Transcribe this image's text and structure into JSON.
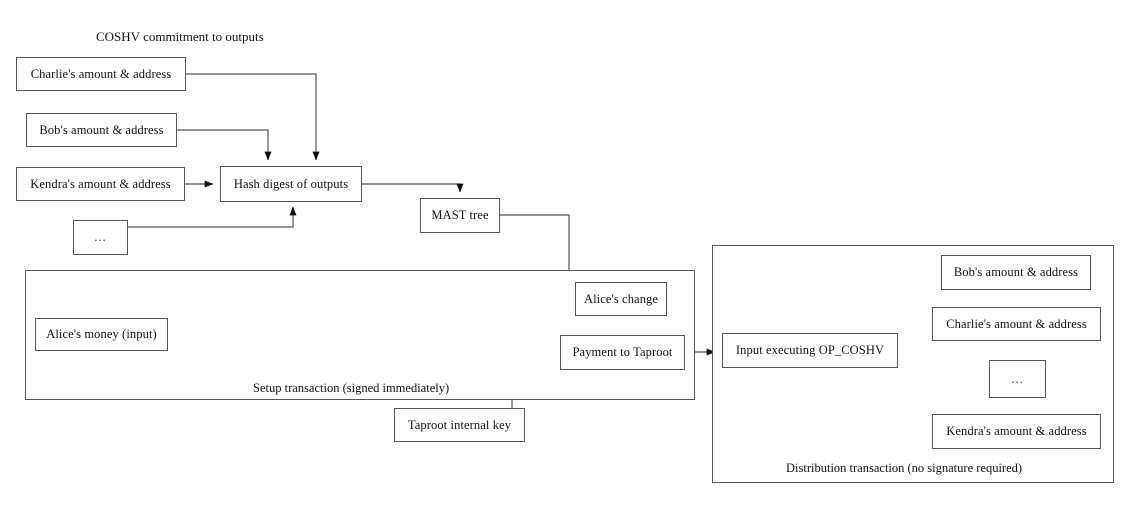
{
  "diagram": {
    "title": "COSHV commitment to outputs",
    "nodes": {
      "charlie_left": "Charlie's amount & address",
      "bob_left": "Bob's amount & address",
      "kendra_left": "Kendra's amount & address",
      "ellipsis_left": "...",
      "hash_digest": "Hash digest of outputs",
      "mast_tree": "MAST tree",
      "alice_money": "Alice's money (input)",
      "alice_change": "Alice's change",
      "payment_taproot": "Payment to Taproot",
      "taproot_key": "Taproot internal key",
      "input_coshv": "Input executing OP_COSHV",
      "bob_right": "Bob's amount & address",
      "charlie_right": "Charlie's amount & address",
      "ellipsis_right": "...",
      "kendra_right": "Kendra's amount & address"
    },
    "captions": {
      "setup_transaction": "Setup transaction (signed immediately)",
      "distribution_transaction": "Distribution transaction (no signature required)"
    },
    "colors": {
      "stroke": "#555555",
      "text": "#111111",
      "background": "#ffffff",
      "arrow": "#111111"
    }
  }
}
